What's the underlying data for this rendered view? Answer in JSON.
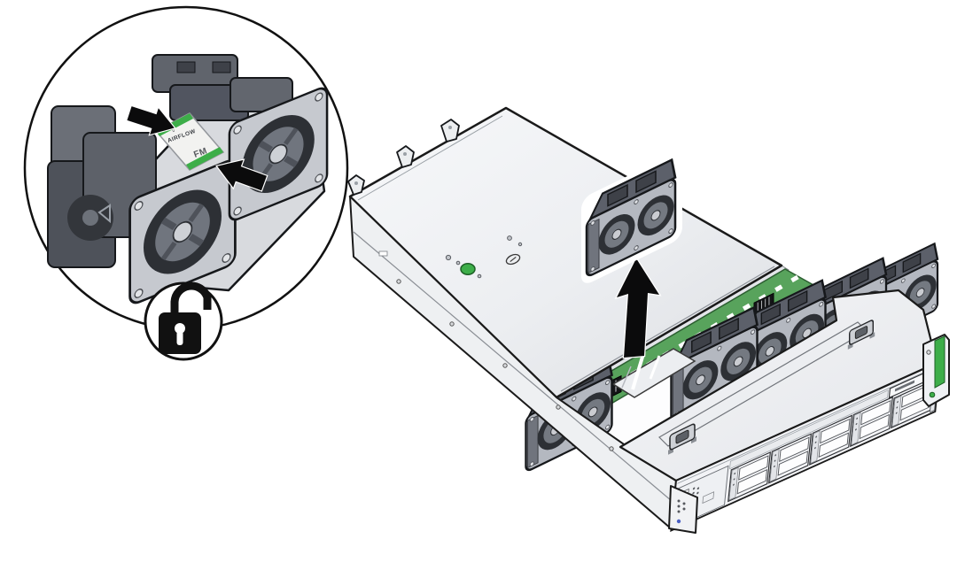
{
  "figure": {
    "kind": "hardware-service-illustration",
    "subject": "Removing a fan module from a 1U rack server",
    "background": "#ffffff"
  },
  "colors": {
    "line": "#1a1a1a",
    "accent_green": "#3dae49",
    "pcb_green": "#58a35c",
    "led_blue": "#4a5fc4",
    "cover_light": "#f6f7f8",
    "cover_dark": "#dfe1e5"
  },
  "inset": {
    "label": {
      "airflow_arrow": "⇧",
      "airflow": "AIRFLOW",
      "fm": "FM"
    },
    "badge": "unlocked-padlock",
    "press_arrows": 2
  },
  "server": {
    "removed_part": "fan-module",
    "visible_fan_modules": 5,
    "empty_fan_slots": 1
  }
}
